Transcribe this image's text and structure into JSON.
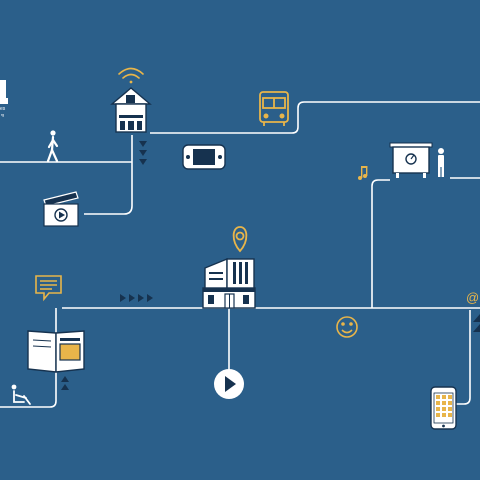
{
  "colors": {
    "background": "#2b5f8a",
    "line": "#ffffff",
    "accent": "#e8b54a",
    "icon_dark": "#16324f"
  },
  "logo": {
    "mark_letter": "u",
    "line1": "es",
    "line2": "rg"
  },
  "icons": [
    "wifi-icon",
    "house-icon",
    "walking-person-icon",
    "bus-icon",
    "game-console-icon",
    "video-clapperboard-icon",
    "billboard-icon",
    "music-note-icon",
    "location-pin-icon",
    "office-building-icon",
    "speech-bubble-icon",
    "open-book-icon",
    "person-reading-icon",
    "play-button-icon",
    "smiley-icon",
    "at-sign-icon",
    "smartphone-icon"
  ],
  "accent_glyphs": {
    "at_sign": "@"
  }
}
